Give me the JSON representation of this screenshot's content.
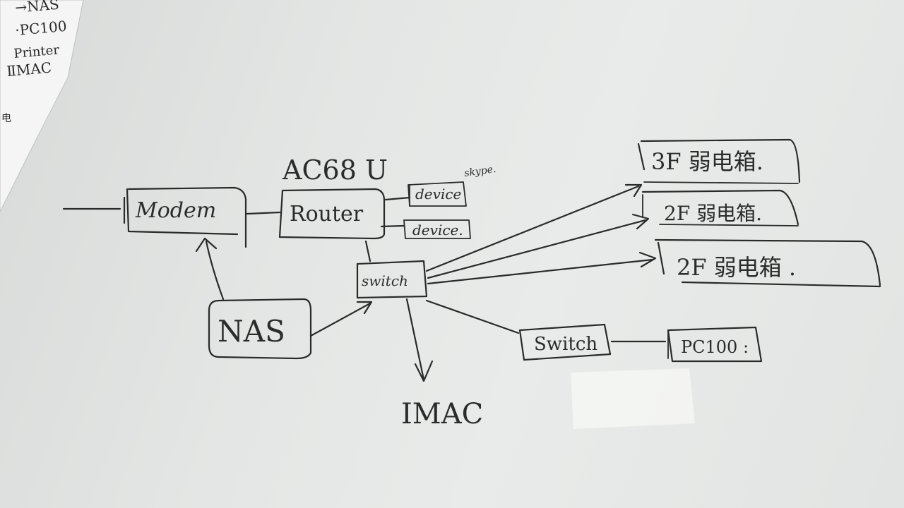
{
  "side_note": {
    "lines": [
      "→NAS",
      "·PC100",
      "Printer",
      "ⅡMAC",
      "电"
    ]
  },
  "nodes": {
    "router_model": "AC68 U",
    "modem": "Modem",
    "router": "Router",
    "device_top": "device",
    "device_top_note": "skype.",
    "device_bottom": "device.",
    "switch_main": "switch",
    "nas": "NAS",
    "imac": "IMAC",
    "switch_secondary": "Switch",
    "pc100": "PC100 :",
    "box_3f": "3F 弱电箱.",
    "box_2f_a": "2F 弱电箱.",
    "box_2f_b": "2F 弱电箱 ."
  },
  "colors": {
    "paper": "#e6e8e7",
    "ink": "#2a2a2a",
    "tape": "#f3f4f2"
  }
}
